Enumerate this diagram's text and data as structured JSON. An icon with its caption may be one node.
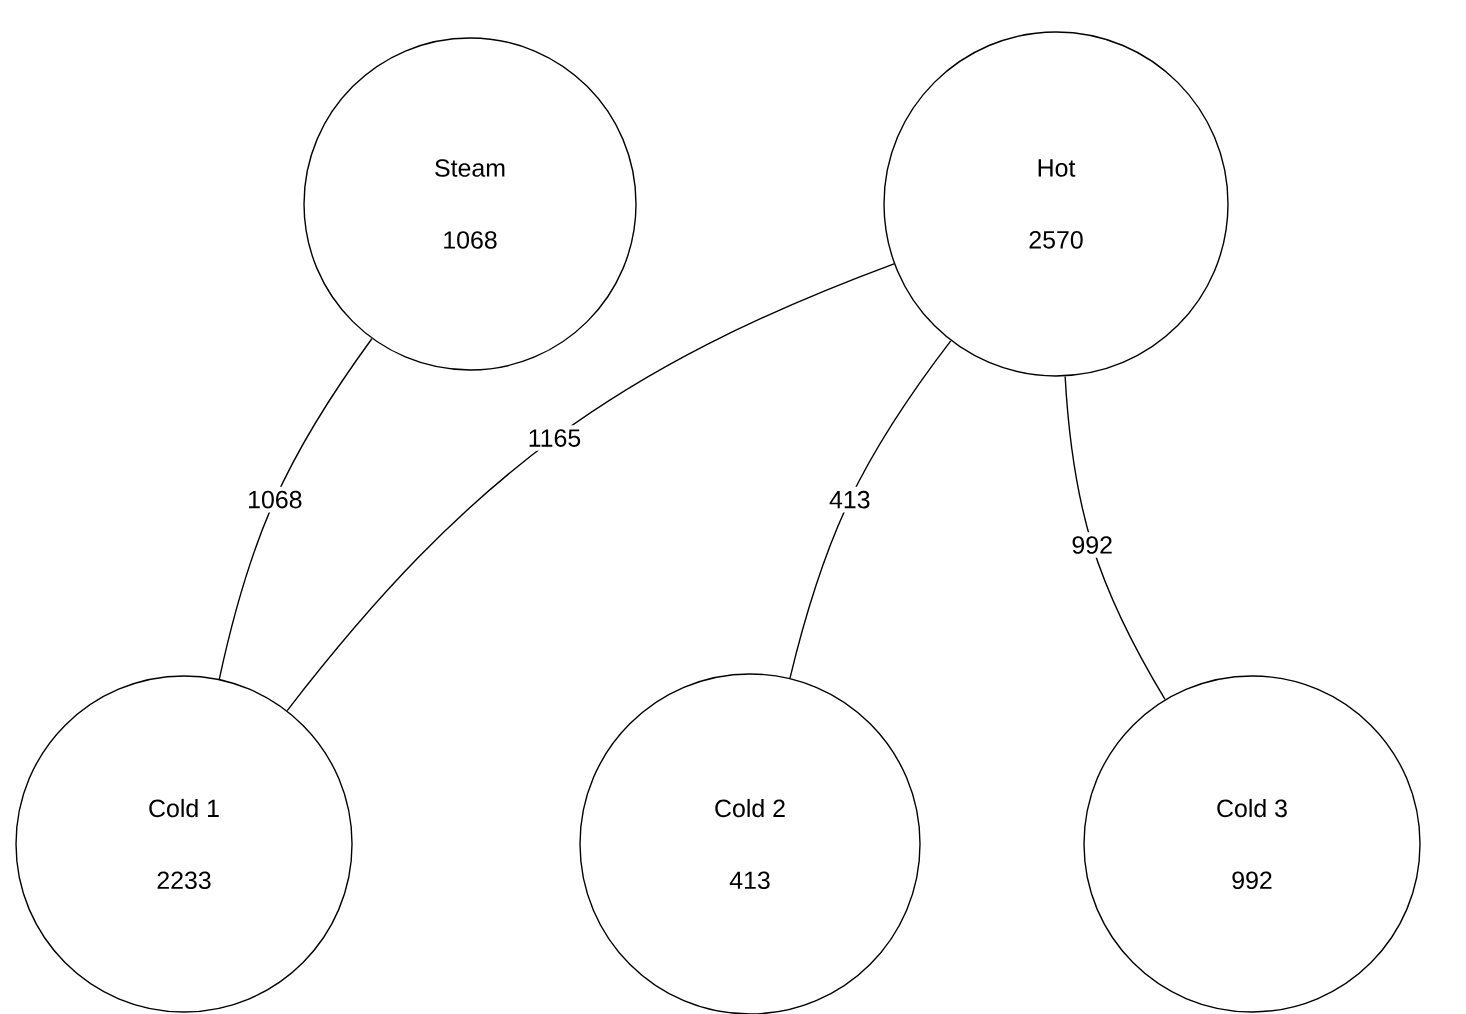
{
  "diagram": {
    "nodes": [
      {
        "text": [
          "Steam",
          "1068"
        ]
      },
      {
        "text": [
          "Hot",
          "2570"
        ]
      },
      {
        "text": [
          "Cold 1",
          "2233"
        ]
      },
      {
        "text": [
          "Cold 2",
          "413"
        ]
      },
      {
        "text": [
          "Cold 3",
          "992"
        ]
      }
    ],
    "edges": [
      {
        "from": 0,
        "to": 2,
        "arrow": "none",
        "label": "1068"
      },
      {
        "from": 1,
        "to": 2,
        "arrow": "none",
        "label": "1165"
      },
      {
        "from": 1,
        "to": 3,
        "arrow": "none",
        "label": "413"
      },
      {
        "from": 1,
        "to": 4,
        "arrow": "none",
        "label": "992"
      }
    ]
  }
}
